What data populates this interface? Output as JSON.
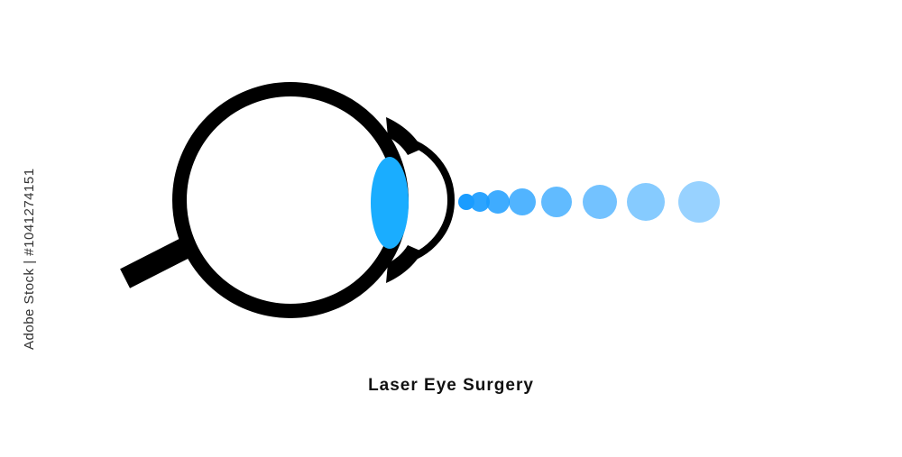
{
  "caption": "Laser Eye Surgery",
  "stock_id": "Adobe Stock | #1041274151",
  "colors": {
    "outline": "#000000",
    "lens": "#1aadff",
    "beam": "#1a9cff",
    "background": "#ffffff"
  },
  "beam": {
    "dot_count": 8,
    "opacity_near": 1.0,
    "opacity_far": 0.45
  }
}
